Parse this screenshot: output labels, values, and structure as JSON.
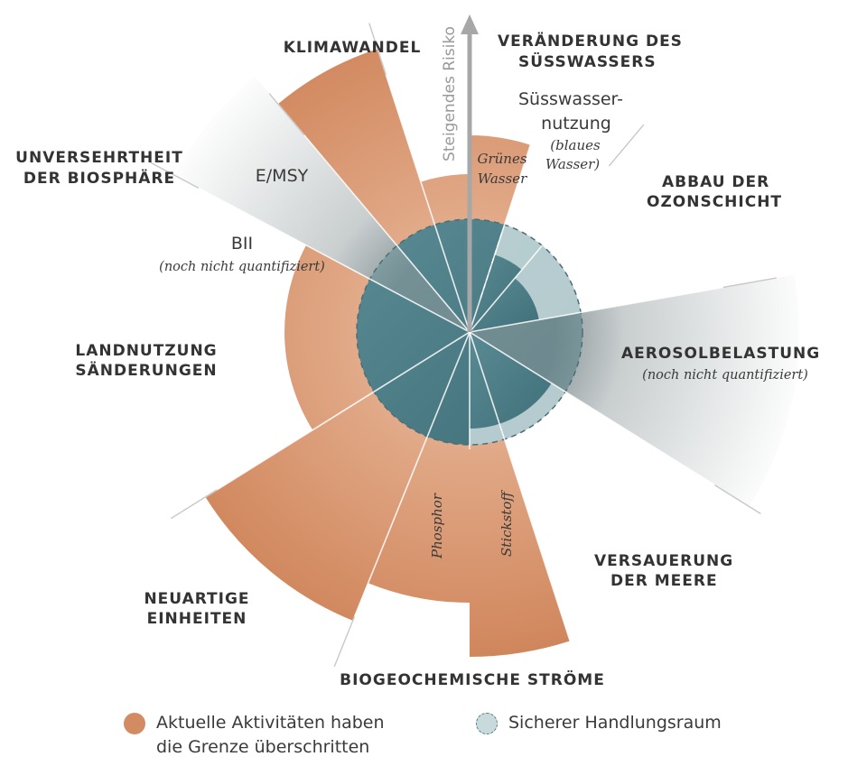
{
  "colors": {
    "exceeded": "#d38c62",
    "exceeded_light": "#e6b494",
    "safe_space": "#4f7f88",
    "safe_space_light": "#c9dadd",
    "spoke": "#c8c8c8"
  },
  "axis": {
    "label": "Steigendes Risiko"
  },
  "boundaries": {
    "climate": "KLIMAWANDEL",
    "freshwater": [
      "VERÄNDERUNG DES",
      "SÜSSWASSERS"
    ],
    "ozone": [
      "ABBAU DER",
      "OZONSCHICHT"
    ],
    "aerosol": "AEROSOLBELASTUNG",
    "ocean": [
      "VERSAUERUNG",
      "DER MEERE"
    ],
    "biogeochem": "BIOGEOCHEMISCHE STRÖME",
    "novel": [
      "NEUARTIGE",
      "EINHEITEN"
    ],
    "landuse": [
      "LANDNUTZUNG",
      "SÄNDERUNGEN"
    ],
    "biosphere": [
      "UNVERSEHRTHEIT",
      "DER BIOSPHÄRE"
    ]
  },
  "sublabels": {
    "blue_water": [
      "Süsswasser-",
      "nutzung"
    ],
    "blue_water_note": [
      "(blaues",
      "Wasser)"
    ],
    "green_water": [
      "Grünes",
      "Wasser"
    ],
    "emsy": "E/MSY",
    "bii": "BII",
    "not_quantified": "(noch nicht quantifiziert)",
    "phosphor": "Phosphor",
    "nitrogen": "Stickstoff"
  },
  "legend": {
    "exceeded": [
      "Aktuelle Aktivitäten haben",
      "die Grenze überschritten"
    ],
    "safe": "Sicherer Handlungsraum"
  }
}
